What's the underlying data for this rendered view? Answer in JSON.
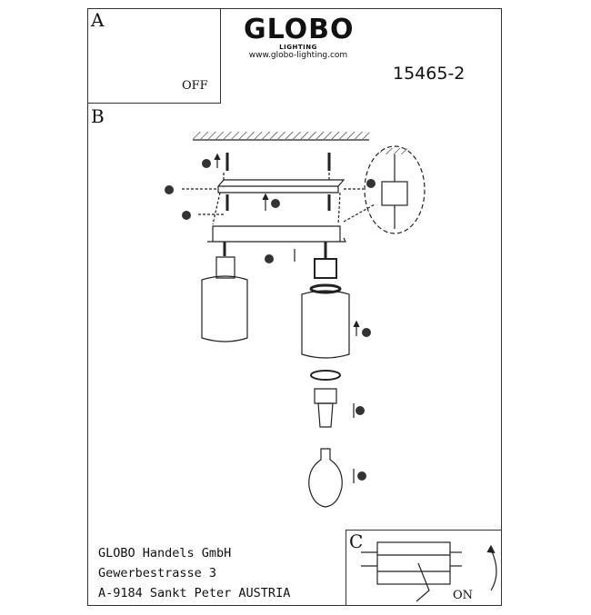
{
  "brand": {
    "name": "GLOBO",
    "subtitle": "LIGHTING",
    "url": "www.globo-lighting.com"
  },
  "model_number": "15465-2",
  "steps": {
    "a": {
      "letter": "A",
      "switch_label": "OFF"
    },
    "b": {
      "letter": "B"
    },
    "c": {
      "letter": "C",
      "switch_label": "ON"
    }
  },
  "address": [
    "GLOBO Handels GmbH",
    "Gewerbestrasse 3",
    "A-9184 Sankt Peter AUSTRIA"
  ]
}
